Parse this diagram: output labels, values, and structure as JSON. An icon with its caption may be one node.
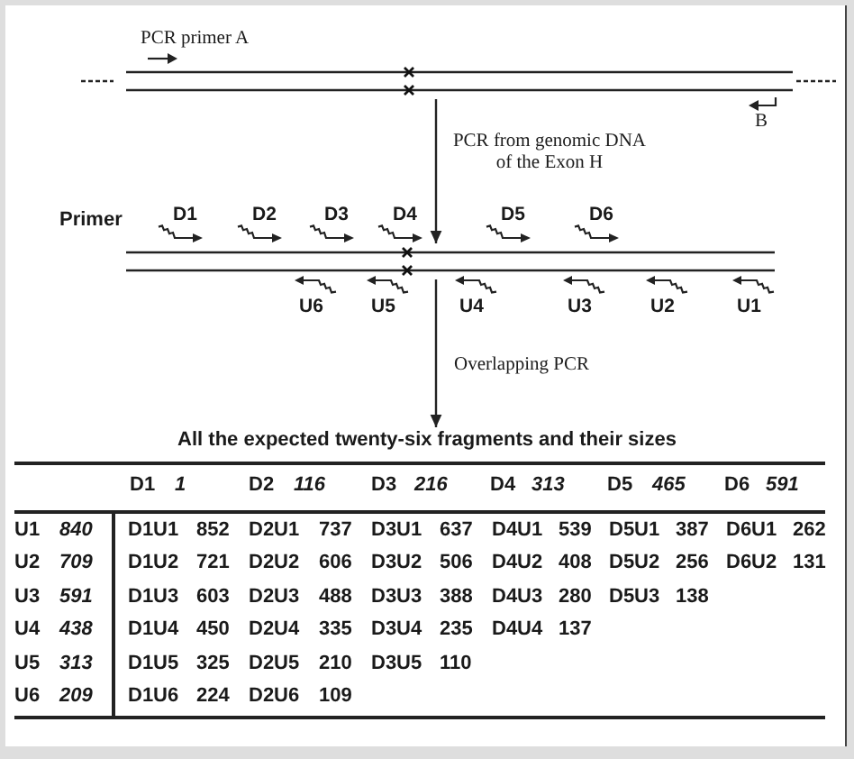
{
  "diagram": {
    "nodes": [
      {
        "text": [],
        "shape": "picture"
      },
      {
        "text": [],
        "shape": "picture"
      },
      {
        "text": [
          "All the expected twenty-six fragments and their sizes"
        ]
      }
    ],
    "edges": [
      {
        "from": 0,
        "to": 1,
        "arrow": "to",
        "label": "PCR from genomic DNA of the Exon H"
      },
      {
        "from": 1,
        "to": 2,
        "arrow": "to",
        "label": "Overlapping PCR"
      }
    ],
    "labels": [
      "PCR primer A",
      "B",
      "Primer",
      "D1",
      "D2",
      "D3",
      "D4",
      "D5",
      "D6",
      "U6",
      "U5",
      "U4",
      "U3",
      "U2",
      "U1",
      "D1",
      "1",
      "D2",
      "116",
      "D3",
      "216",
      "D4",
      "313",
      "D5",
      "465",
      "D6",
      "591",
      "U1",
      "840",
      "D1U1",
      "852",
      "D2U1",
      "737",
      "D3U1",
      "637",
      "D4U1",
      "539",
      "D5U1",
      "387",
      "D6U1",
      "262",
      "U2",
      "709",
      "D1U2",
      "721",
      "D2U2",
      "606",
      "D3U2",
      "506",
      "D4U2",
      "408",
      "D5U2",
      "256",
      "D6U2",
      "131",
      "U3",
      "591",
      "D1U3",
      "603",
      "D2U3",
      "488",
      "D3U3",
      "388",
      "D4U3",
      "280",
      "D5U3",
      "138",
      "U4",
      "438",
      "D1U4",
      "450",
      "D2U4",
      "335",
      "D3U4",
      "235",
      "D4U4",
      "137",
      "U5",
      "313",
      "D1U5",
      "325",
      "D2U5",
      "210",
      "D3U5",
      "110",
      "U6",
      "209",
      "D1U6",
      "224",
      "D2U6",
      "109"
    ]
  }
}
